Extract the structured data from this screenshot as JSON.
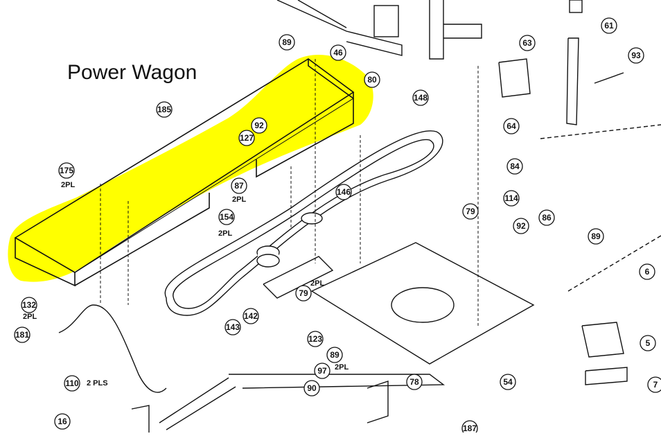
{
  "title": "Power Wagon",
  "highlight_color": "#ffff00",
  "callouts": [
    "89",
    "46",
    "80",
    "61",
    "63",
    "93",
    "185",
    "148",
    "92",
    "127",
    "64",
    "84",
    "175",
    "87",
    "146",
    "154",
    "114",
    "79",
    "92",
    "86",
    "89",
    "6",
    "132",
    "79",
    "143",
    "142",
    "123",
    "181",
    "110",
    "89",
    "97",
    "90",
    "78",
    "54",
    "5",
    "7",
    "16",
    "187"
  ],
  "qty_notes": {
    "n175": "2PL",
    "n87": "2PL",
    "n154": "2PL",
    "n79": "2PL",
    "n132": "2PL",
    "n89": "2PL",
    "n110": "2 PLS"
  }
}
